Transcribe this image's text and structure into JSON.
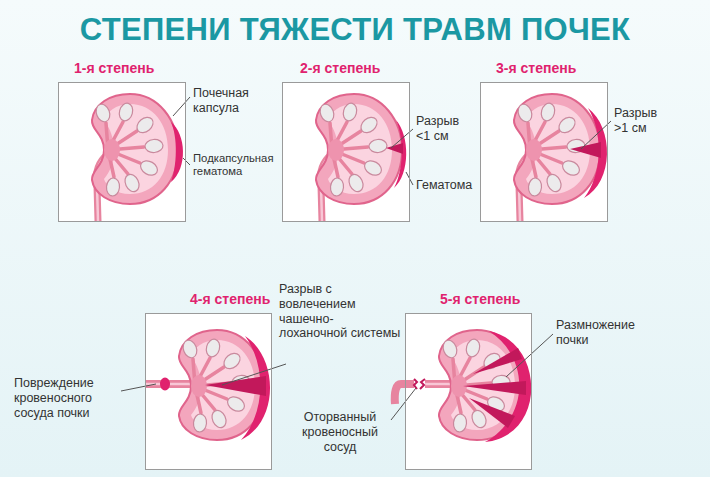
{
  "diagram": {
    "title": "СТЕПЕНИ ТЯЖЕСТИ ТРАВМ ПОЧЕК",
    "nodes": [
      {
        "text": [
          "1-я степень"
        ]
      },
      {
        "text": [
          "2-я степень"
        ]
      },
      {
        "text": [
          "3-я степень"
        ]
      },
      {
        "text": [
          "4-я степень"
        ]
      },
      {
        "text": [
          "5-я степень"
        ]
      }
    ],
    "labels": [
      "Почечная капсула",
      "Подкапсульная гематома",
      "Разрыв <1 см",
      "Гематома",
      "Разрыв >1 см",
      "Разрыв с вовлечением чашечно-лоханочной системы",
      "Повреждение кровеносного сосуда почки",
      "Размножение почки",
      "Оторванный кровеносный сосуд"
    ]
  }
}
